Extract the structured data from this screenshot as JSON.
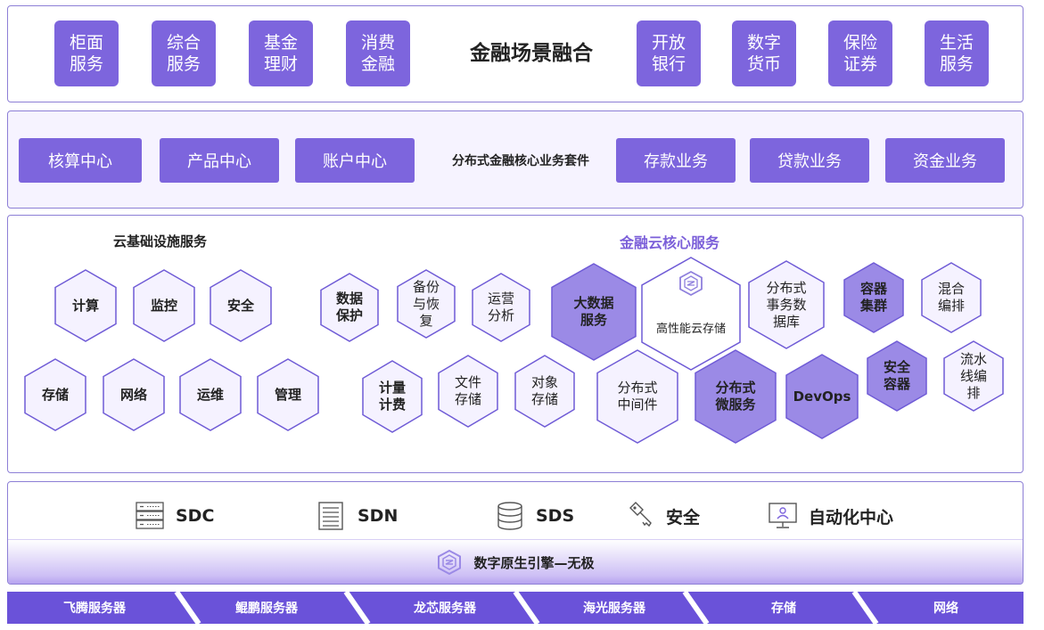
{
  "scenario": {
    "title": "金融场景融合",
    "left_tiles": [
      "柜面服务",
      "综合服务",
      "基金理财",
      "消费金融"
    ],
    "right_tiles": [
      "开放银行",
      "数字货币",
      "保险证券",
      "生活服务"
    ]
  },
  "core_suite": {
    "title": "分布式金融核心业务套件",
    "left_items": [
      "核算中心",
      "产品中心",
      "账户中心"
    ],
    "right_items": [
      "存款业务",
      "贷款业务",
      "资金业务"
    ]
  },
  "cloud_infra": {
    "title": "云基础设施服务",
    "row1": [
      "计算",
      "监控",
      "安全"
    ],
    "row2": [
      "存储",
      "网络",
      "运维",
      "管理"
    ]
  },
  "fin_cloud": {
    "title": "金融云核心服务",
    "row1": [
      "数据保护",
      "备份与恢复",
      "运营分析",
      "大数据服务",
      "高性能云存储",
      "分布式事务数据库",
      "容器集群",
      "混合编排"
    ],
    "row2": [
      "计量计费",
      "文件存储",
      "对象存储",
      "分布式中间件",
      "分布式微服务",
      "DevOps",
      "安全容器",
      "流水线编排"
    ]
  },
  "tech_layer": {
    "items": [
      {
        "label": "SDC",
        "icon": "server-rack-icon"
      },
      {
        "label": "SDN",
        "icon": "network-list-icon"
      },
      {
        "label": "SDS",
        "icon": "database-icon"
      },
      {
        "label": "安全",
        "icon": "key-icon"
      },
      {
        "label": "自动化中心",
        "icon": "monitor-user-icon"
      }
    ]
  },
  "engine": {
    "title": "数字原生引擎—无极",
    "icon": "hexagon-logo-icon"
  },
  "hardware": [
    "飞腾服务器",
    "鲲鹏服务器",
    "龙芯服务器",
    "海光服务器",
    "存储",
    "网络"
  ],
  "colors": {
    "primary": "#7d65dd",
    "hex_fill": "#f5f2ff",
    "hex_stroke": "#6f5bd6",
    "hex_dark": "#9b8ae6",
    "accent_title": "#7b5fd9",
    "hardware_bg": "#6a52d9"
  }
}
